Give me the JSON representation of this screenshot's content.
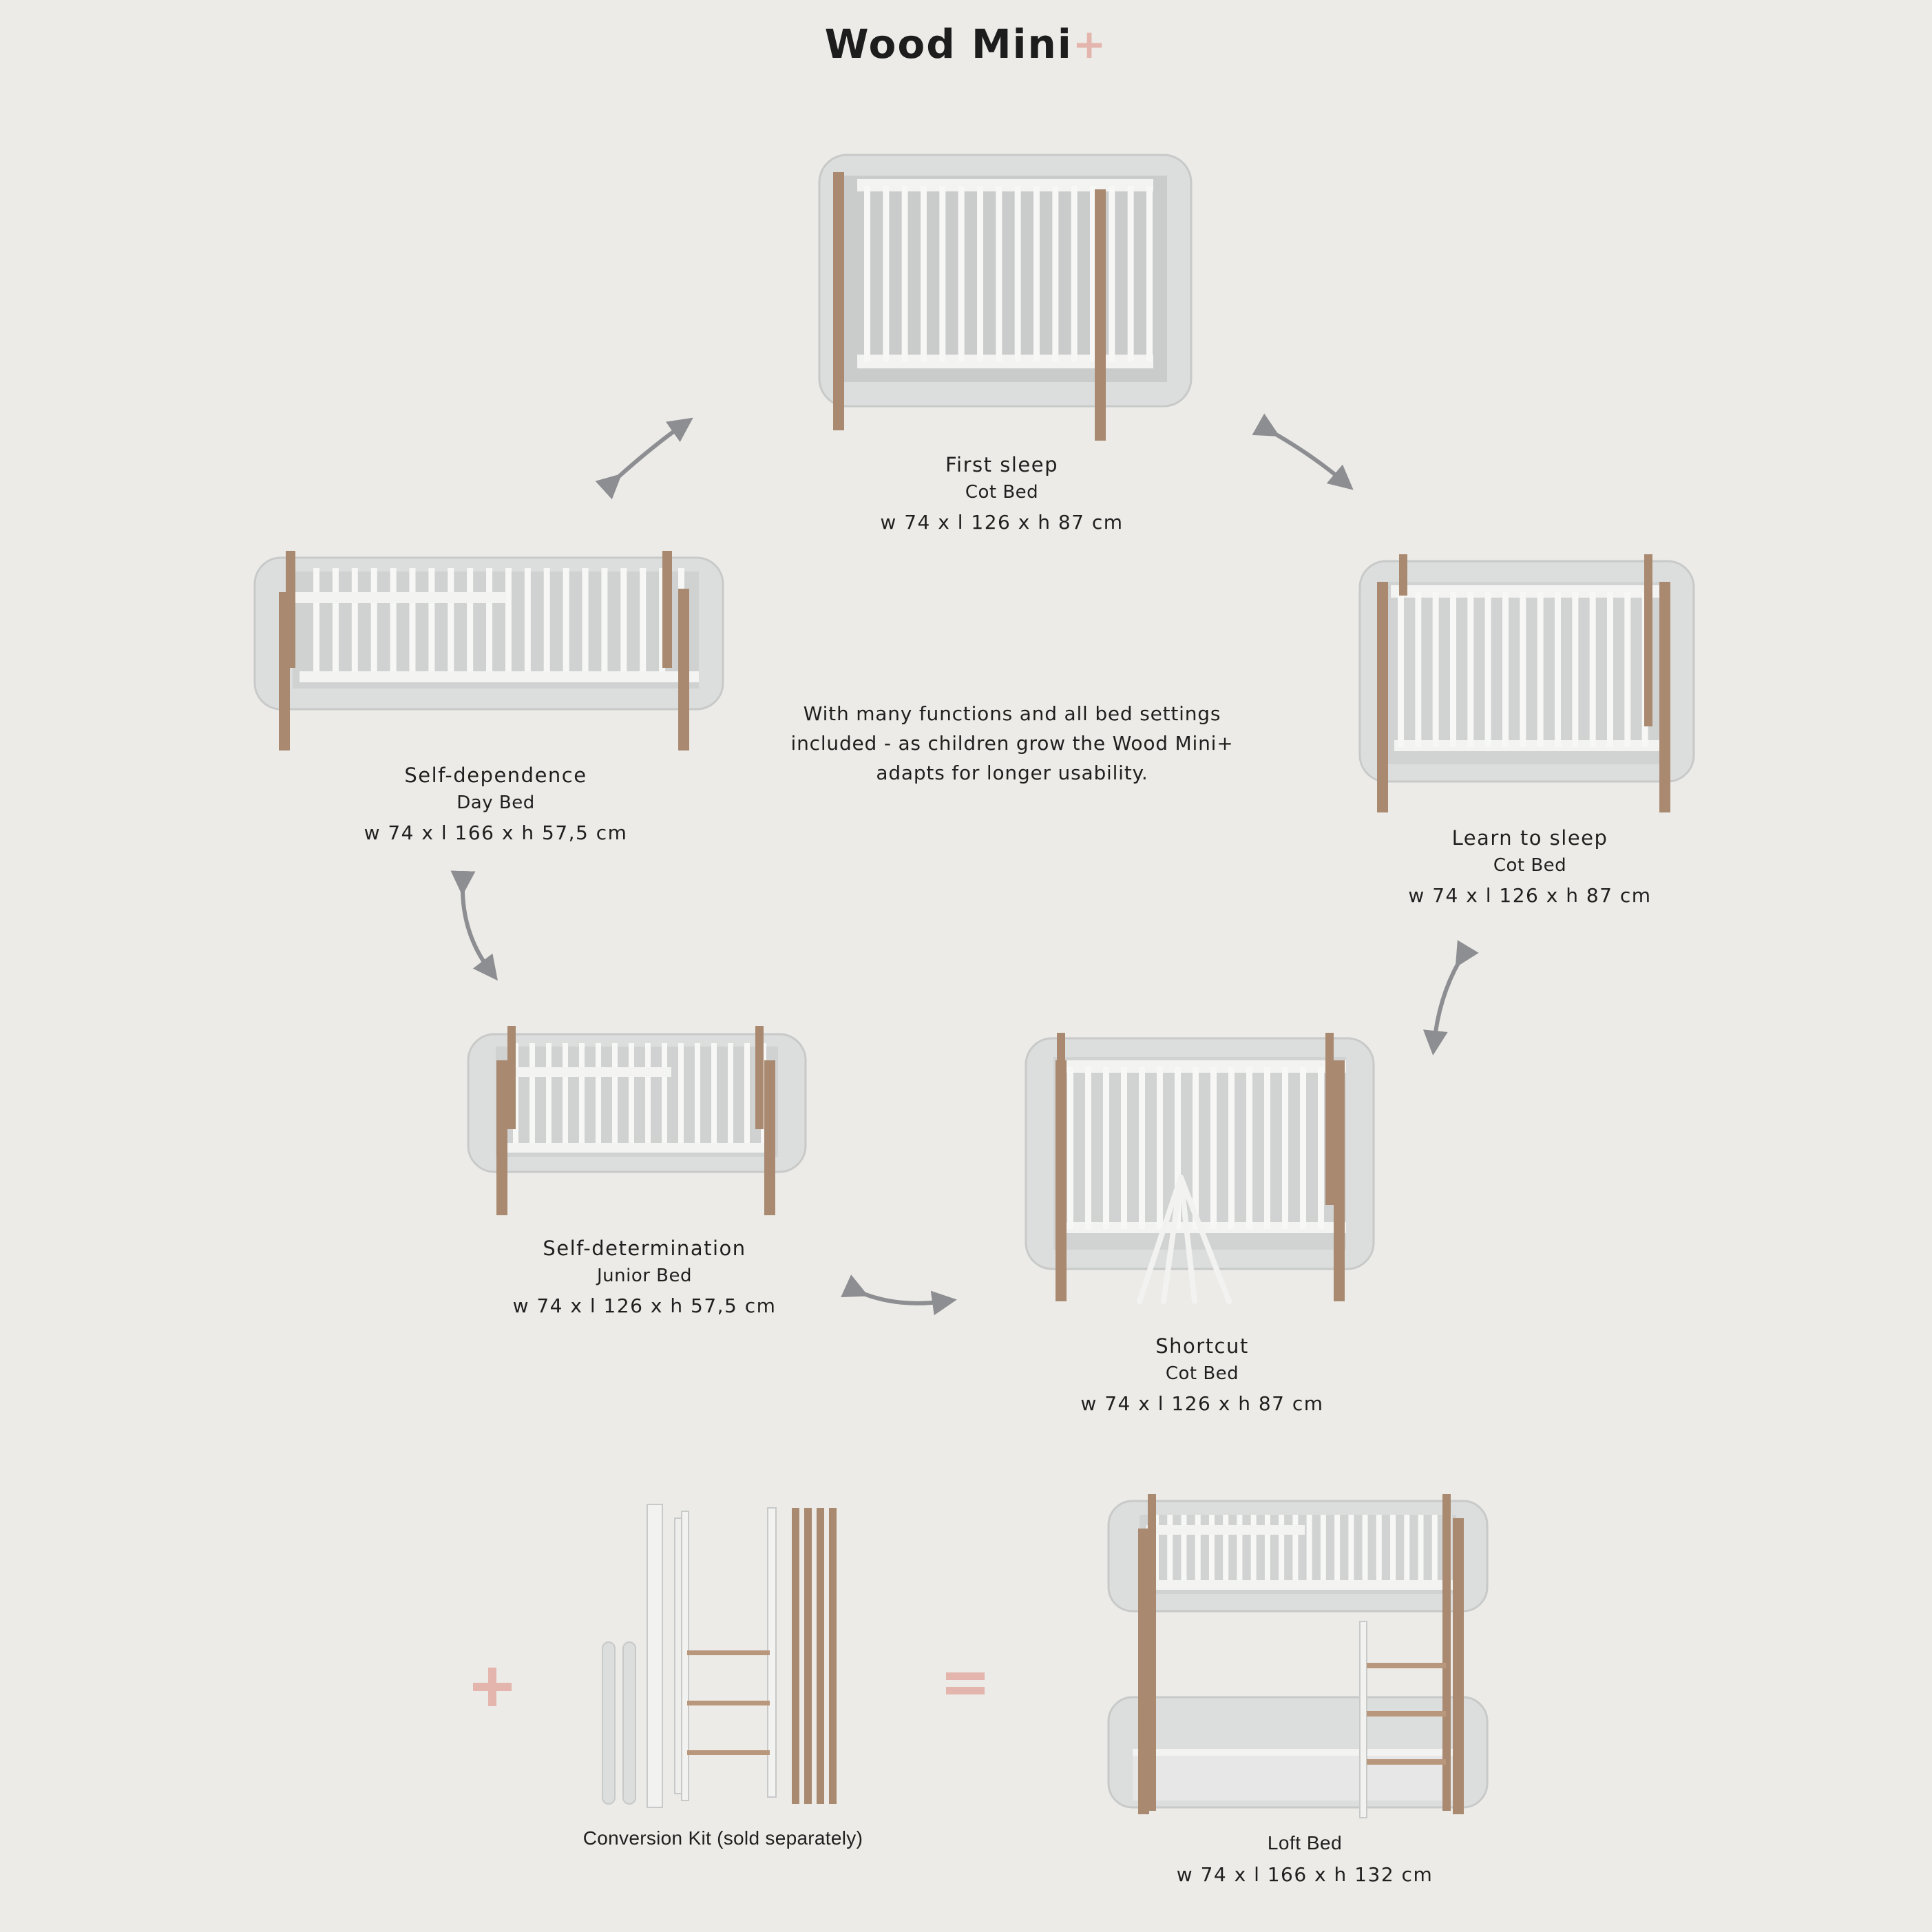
{
  "page": {
    "title_text": "Wood Mini",
    "title_plus": "+",
    "accent_color": "#e3b5ad",
    "arrow_color": "#8d8e92",
    "bed_white": "#dcdedd",
    "oak": "#a98a70"
  },
  "intro": "With many functions and all bed settings included - as children grow the Wood Mini+ adapts for longer usability.",
  "stages": [
    {
      "name": "First sleep",
      "type": "Cot Bed",
      "dims": "w 74 x l 126 x h 87 cm"
    },
    {
      "name": "Self-dependence",
      "type": "Day Bed",
      "dims": "w 74 x l 166 x h 57,5 cm"
    },
    {
      "name": "Learn to sleep",
      "type": "Cot Bed",
      "dims": "w 74 x l 126 x h 87 cm"
    },
    {
      "name": "Self-determination",
      "type": "Junior Bed",
      "dims": "w 74 x l 126 x h 57,5 cm"
    },
    {
      "name": "Shortcut",
      "type": "Cot Bed",
      "dims": "w 74 x l 126 x h 87 cm"
    }
  ],
  "conversion": {
    "kit_label": "Conversion Kit (sold separately)",
    "plus_symbol": "plus-icon",
    "equals_symbol": "equals-icon",
    "result_name": "Loft Bed",
    "result_dims": "w 74 x l 166 x h 132 cm"
  }
}
